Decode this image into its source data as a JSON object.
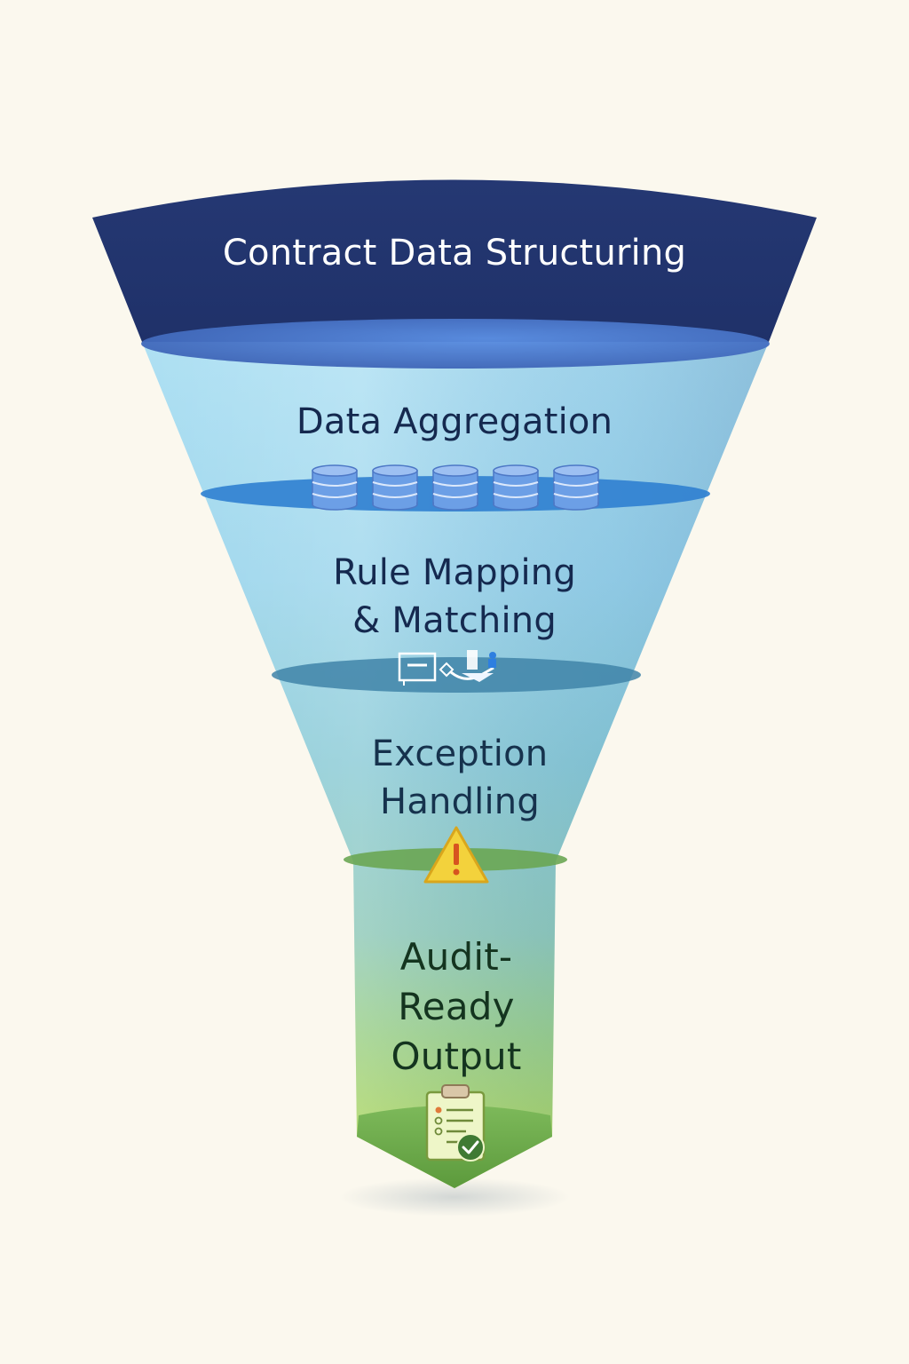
{
  "stages": [
    {
      "lines": [
        "Contract Data Structuring"
      ],
      "icon": "",
      "color": "#223570"
    },
    {
      "lines": [
        "Data Aggregation"
      ],
      "icon": "database-stack-icons",
      "color": "#9fd6ef"
    },
    {
      "lines": [
        "Rule Mapping",
        "& Matching"
      ],
      "icon": "rule-mapping-icon",
      "color": "#8fcde4"
    },
    {
      "lines": [
        "Exception",
        "Handling"
      ],
      "icon": "warning-icon",
      "color": "#8fc8c4"
    },
    {
      "lines": [
        "Audit-",
        "Ready",
        "Output"
      ],
      "icon": "clipboard-check-icon",
      "color": "#9ccf6c"
    }
  ],
  "colors": {
    "background": "#fbf8ee",
    "top_band": "#223570",
    "label_dark": "#15294f",
    "label_light": "#ffffff",
    "warning": "#f3d23c",
    "warning_mark": "#d7541f",
    "check": "#3f7a33"
  }
}
